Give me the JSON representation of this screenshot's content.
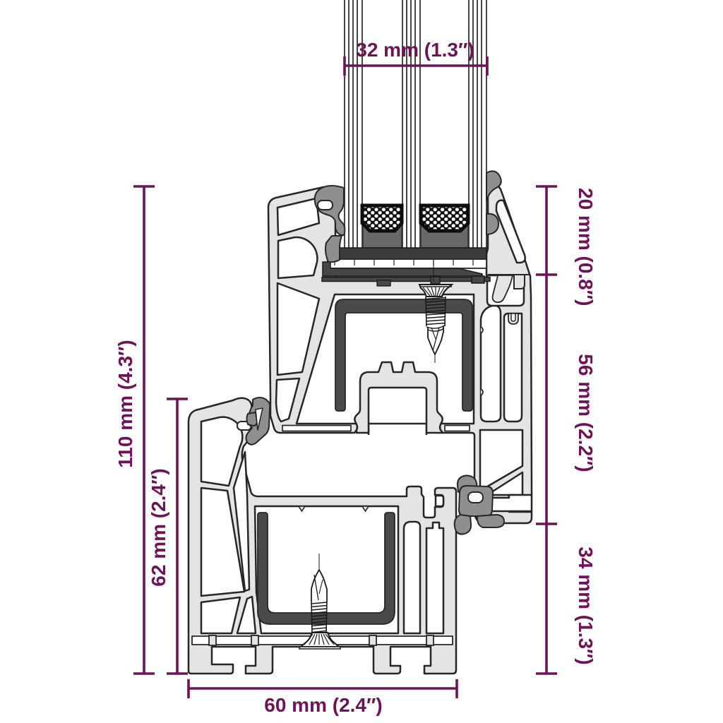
{
  "figure": {
    "type": "technical-cross-section-diagram",
    "subject": "uPVC window frame and sash profile with triple glazing"
  },
  "colors": {
    "background": "#ffffff",
    "profile_fill": "#e4e4e4",
    "outline": "#262626",
    "gasket": "#8f8f8f",
    "steel": "#4a4a4a",
    "sealant": "#686868",
    "spacer": "#0d0d0d",
    "glass_line": "#3c3c3c",
    "dimension": "#701257"
  },
  "dimensions": {
    "glass_width": "32 mm (1.3″)",
    "right_top": "20 mm (0.8″)",
    "right_middle": "56 mm (2.2″)",
    "right_bottom": "34 mm (1.3″)",
    "left_outer": "110 mm (4.3″)",
    "left_inner": "62 mm (2.4″)",
    "bottom": "60 mm (2.4″)"
  }
}
